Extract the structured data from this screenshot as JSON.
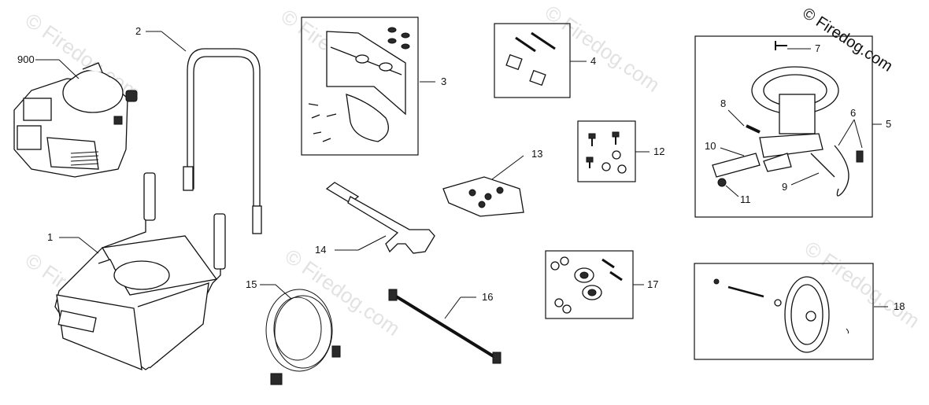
{
  "copyright": "© Firedog.com",
  "watermark": "© Firedog.com",
  "callouts": {
    "c900": "900",
    "c1": "1",
    "c2": "2",
    "c3": "3",
    "c4": "4",
    "c5": "5",
    "c6": "6",
    "c7": "7",
    "c8": "8",
    "c9": "9",
    "c10": "10",
    "c11": "11",
    "c12": "12",
    "c13": "13",
    "c14": "14",
    "c15": "15",
    "c16": "16",
    "c17": "17",
    "c18": "18"
  }
}
